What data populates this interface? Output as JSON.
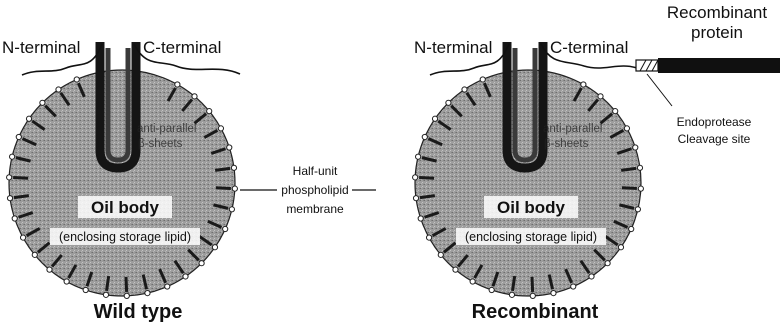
{
  "wild_type": {
    "n_terminal": "N-terminal",
    "c_terminal": "C-terminal",
    "beta_line1": "anti-parallel",
    "beta_line2": "β-sheets",
    "oil_body": "Oil body",
    "enclosing": "(enclosing storage lipid)",
    "caption": "Wild type"
  },
  "center": {
    "line1": "Half-unit",
    "line2": "phospholipid",
    "line3": "membrane"
  },
  "recombinant": {
    "n_terminal": "N-terminal",
    "c_terminal": "C-terminal",
    "beta_line1": "anti-parallel",
    "beta_line2": "β-sheets",
    "oil_body": "Oil body",
    "enclosing": "(enclosing storage lipid)",
    "caption": "Recombinant",
    "protein_line1": "Recombinant",
    "protein_line2": "protein",
    "site_line1": "Endoprotease",
    "site_line2": "Cleavage site"
  },
  "colors": {
    "body_fill": "#9a9a9a",
    "outline": "#222222",
    "spike": "#1a1a1a",
    "bead": "#ffffff"
  }
}
